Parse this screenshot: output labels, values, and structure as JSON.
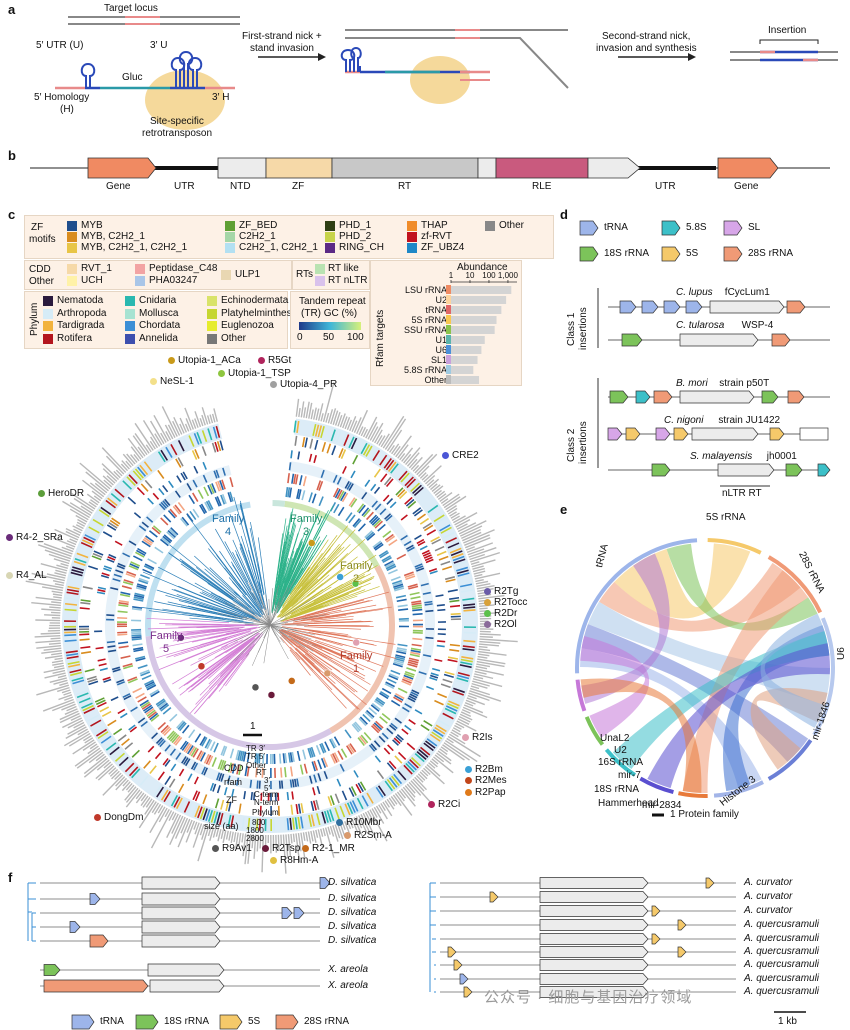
{
  "panel_letters": [
    "a",
    "b",
    "c",
    "d",
    "e",
    "f"
  ],
  "panel_a": {
    "target_locus": "Target locus",
    "utr_u": "5′ UTR (U)",
    "u3": "3′ U",
    "gluc": "Gluc",
    "homology": "5′ Homology",
    "homology_h": "(H)",
    "h3": "3′ H",
    "ssr_line1": "Site-specific",
    "ssr_line2": "retrotransposon",
    "step1_line1": "First-strand nick +",
    "step1_line2": "stand invasion",
    "step2_line1": "Second-strand nick,",
    "step2_line2": "invasion and synthesis",
    "insertion": "Insertion"
  },
  "panel_b": {
    "segments": [
      "Gene",
      "UTR",
      "NTD",
      "ZF",
      "RT",
      "RLE",
      "UTR",
      "Gene"
    ]
  },
  "panel_c": {
    "zf_title_1": "ZF",
    "zf_title_2": "motifs",
    "zf_items": [
      {
        "label": "MYB",
        "color": "#1f4e8c"
      },
      {
        "label": "MYB, C2H2_1",
        "color": "#d98c1e"
      },
      {
        "label": "MYB, C2H2_1, C2H2_1",
        "color": "#e8c547"
      },
      {
        "label": "ZF_BED",
        "color": "#5fa034"
      },
      {
        "label": "C2H2_1",
        "color": "#a5d6a7"
      },
      {
        "label": "C2H2_1, C2H2_1",
        "color": "#b3e0f2"
      },
      {
        "label": "PHD_1",
        "color": "#2e3f14"
      },
      {
        "label": "PHD_2",
        "color": "#c7d34a"
      },
      {
        "label": "RING_CH",
        "color": "#5b2a86"
      },
      {
        "label": "THAP",
        "color": "#f08c2a"
      },
      {
        "label": "zf-RVT",
        "color": "#c1121f"
      },
      {
        "label": "ZF_UBZ4",
        "color": "#1e88c7"
      },
      {
        "label": "Other",
        "color": "#888888"
      }
    ],
    "cdd_title_1": "CDD",
    "cdd_title_2": "Other",
    "cdd_items": [
      {
        "label": "RVT_1",
        "color": "#f6d9a8"
      },
      {
        "label": "UCH",
        "color": "#fff2a8"
      },
      {
        "label": "Peptidase_C48",
        "color": "#f2a3a3"
      },
      {
        "label": "PHA03247",
        "color": "#a9c6e8"
      },
      {
        "label": "ULP1",
        "color": "#e9d7b2"
      }
    ],
    "rt_title": "RTs",
    "rt_items": [
      {
        "label": "RT like",
        "color": "#b9e3b2"
      },
      {
        "label": "RT nLTR like",
        "color": "#d9c2ec"
      }
    ],
    "phylum_title": "Phylum",
    "phylum_items": [
      {
        "label": "Nematoda",
        "color": "#2a1a3d"
      },
      {
        "label": "Arthropoda",
        "color": "#d6ecf7"
      },
      {
        "label": "Tardigrada",
        "color": "#f2b33d"
      },
      {
        "label": "Rotifera",
        "color": "#b3151d"
      },
      {
        "label": "Cnidaria",
        "color": "#29b8b0"
      },
      {
        "label": "Mollusca",
        "color": "#a7e3d2"
      },
      {
        "label": "Chordata",
        "color": "#3c8fd6"
      },
      {
        "label": "Annelida",
        "color": "#3d4fae"
      },
      {
        "label": "Echinodermata",
        "color": "#d9e36a"
      },
      {
        "label": "Platyhelminthes",
        "color": "#c6d631"
      },
      {
        "label": "Euglenozoa",
        "color": "#e6ec2d"
      },
      {
        "label": "Other",
        "color": "#777777"
      }
    ],
    "tandem_title_1": "Tandem repeat",
    "tandem_title_2": "(TR) GC (%)",
    "tandem_ticks": [
      "0",
      "50",
      "100"
    ],
    "rfam_title": "Rfam targets",
    "abundance_title": "Abundance",
    "abundance_ticks": [
      "1",
      "10",
      "100",
      "1,000"
    ],
    "chart_data": {
      "type": "bar",
      "categories": [
        "LSU rRNA",
        "U2",
        "tRNA",
        "5S rRNA",
        "SSU rRNA",
        "U1",
        "U6",
        "SL1",
        "5.8S rRNA",
        "Other"
      ],
      "values": [
        1500,
        800,
        450,
        250,
        200,
        60,
        40,
        25,
        15,
        30
      ],
      "xscale": "log",
      "xlim": [
        1,
        3000
      ],
      "colors": [
        "#ef8a62",
        "#fdd49e",
        "#e06666",
        "#f9c74f",
        "#8bc34a",
        "#5ab4ac",
        "#4a90d9",
        "#c9a0dc",
        "#9ecae1",
        "#bbbbbb"
      ]
    },
    "ring_labels": [
      "TR 3′",
      "TR 5′",
      "Other",
      "RT",
      "3′",
      "5′",
      "C-term",
      "N-term",
      "Phylum",
      "800",
      "1800",
      "2800"
    ],
    "ring_titles": [
      "CDD",
      "rfam",
      "ZF",
      "size (aa)"
    ],
    "families": [
      {
        "label": "Family",
        "num": "1",
        "color": "#b23a2a"
      },
      {
        "label": "Family",
        "num": "2",
        "color": "#8b8b1f"
      },
      {
        "label": "Family",
        "num": "3",
        "color": "#1e8f6a"
      },
      {
        "label": "Family",
        "num": "4",
        "color": "#1b6fa8"
      },
      {
        "label": "Family",
        "num": "5",
        "color": "#7a2e8a"
      }
    ],
    "scale": "1",
    "clades": [
      {
        "label": "Utopia-1_ACa",
        "color": "#c99a1a"
      },
      {
        "label": "R5Gt",
        "color": "#b0245c"
      },
      {
        "label": "Utopia-1_TSP",
        "color": "#8ec63f"
      },
      {
        "label": "NeSL-1",
        "color": "#f3e08a"
      },
      {
        "label": "Utopia-4_PR",
        "color": "#a0a0a0"
      },
      {
        "label": "CRE2",
        "color": "#4b56d6"
      },
      {
        "label": "HeroDR",
        "color": "#5c9e3a"
      },
      {
        "label": "R4-2_SRa",
        "color": "#6a2c7a"
      },
      {
        "label": "R4_AL",
        "color": "#d8d6b4"
      },
      {
        "label": "R2Tg",
        "color": "#6a5ba8"
      },
      {
        "label": "R2Tocc",
        "color": "#d8a13a"
      },
      {
        "label": "R2Dr",
        "color": "#5cc04a"
      },
      {
        "label": "R2Ol",
        "color": "#8a6a9a"
      },
      {
        "label": "R2Is",
        "color": "#e0a0b0"
      },
      {
        "label": "R2Bm",
        "color": "#3aa0d6"
      },
      {
        "label": "R2Mes",
        "color": "#c2461a"
      },
      {
        "label": "R2Pap",
        "color": "#e07a1a"
      },
      {
        "label": "R2Ci",
        "color": "#b0245c"
      },
      {
        "label": "DongDm",
        "color": "#c0392b"
      },
      {
        "label": "R10Mbr",
        "color": "#2f6f9f"
      },
      {
        "label": "R2Sm-A",
        "color": "#d99a6c"
      },
      {
        "label": "R9Av1",
        "color": "#555555"
      },
      {
        "label": "R2Tsp",
        "color": "#6a1a3a"
      },
      {
        "label": "R2-1_MR",
        "color": "#c46a1a"
      },
      {
        "label": "R8Hm-A",
        "color": "#e0c040"
      }
    ]
  },
  "panel_d": {
    "legend": [
      {
        "label": "tRNA",
        "color": "#9db5ea"
      },
      {
        "label": "5.8S",
        "color": "#3cc0c8"
      },
      {
        "label": "SL",
        "color": "#d7a6e8"
      },
      {
        "label": "18S rRNA",
        "color": "#7cc35a"
      },
      {
        "label": "5S",
        "color": "#f5c96a"
      },
      {
        "label": "28S rRNA",
        "color": "#f09a76"
      }
    ],
    "class1": "Class 1",
    "class2": "Class 2",
    "insertions": "insertions",
    "tracks": [
      {
        "genus": "C. lupus",
        "strain": "fCycLum1"
      },
      {
        "genus": "C. tularosa",
        "strain": "WSP-4"
      },
      {
        "genus": "B. mori",
        "strain": "strain p50T"
      },
      {
        "genus": "C. nigoni",
        "strain": "strain JU1422"
      },
      {
        "genus": "S. malayensis",
        "strain": "jh0001"
      }
    ],
    "nltr": "nLTR RT"
  },
  "panel_e": {
    "labels": [
      "5S rRNA",
      "28S rRNA",
      "tRNA",
      "U6",
      "mir-1846",
      "Histone 3",
      "mir-2834",
      "Hammerhead",
      "18S rRNA",
      "mir-7",
      "16S rRNA",
      "U2",
      "UnaL2"
    ],
    "scale": "1 Protein family"
  },
  "panel_f": {
    "left_species": [
      "D. silvatica",
      "D. silvatica",
      "D. silvatica",
      "D. silvatica",
      "D. silvatica",
      "X. areola",
      "X. areola"
    ],
    "right_species": [
      "A. curvator",
      "A. curvator",
      "A. curvator",
      "A. quercusramuli",
      "A. quercusramuli",
      "A. quercusramuli",
      "A. quercusramuli",
      "A. quercusramuli",
      "A. quercusramuli"
    ],
    "legend": [
      {
        "label": "tRNA",
        "color": "#9db5ea"
      },
      {
        "label": "18S rRNA",
        "color": "#7cc35a"
      },
      {
        "label": "5S",
        "color": "#f5c96a"
      },
      {
        "label": "28S rRNA",
        "color": "#f09a76"
      }
    ],
    "scale": "1 kb"
  },
  "watermark": "公众号 · 细胞与基因治疗领域"
}
